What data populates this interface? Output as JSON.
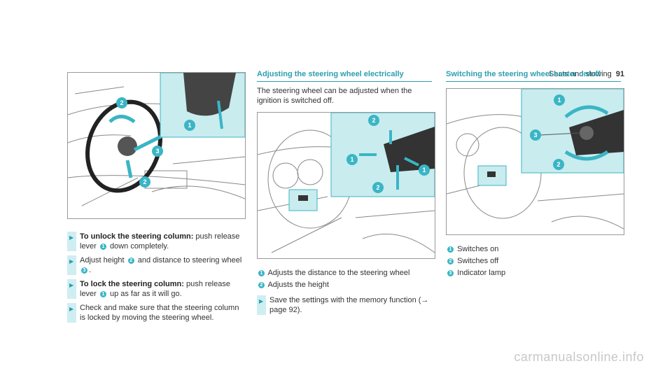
{
  "header": {
    "section": "Seats and stowing",
    "page": "91"
  },
  "col1": {
    "steps": [
      {
        "bold": "To unlock the steering column:",
        "text": " push release lever ",
        "n": "1",
        "text2": " down completely."
      },
      {
        "bold": "",
        "text": "Adjust height ",
        "n": "2",
        "text2": " and distance to steering wheel ",
        "n2": "3",
        "text3": "."
      },
      {
        "bold": "To lock the steering column:",
        "text": " push release lever ",
        "n": "1",
        "text2": " up as far as it will go."
      },
      {
        "bold": "",
        "text": "Check and make sure that the steering column is locked by moving the steering wheel.",
        "n": "",
        "text2": ""
      }
    ]
  },
  "col2": {
    "title": "Adjusting the steering wheel electrically",
    "intro": "The steering wheel can be adjusted when the ignition is switched off.",
    "legend": [
      {
        "n": "1",
        "text": "Adjusts the distance to the steering wheel"
      },
      {
        "n": "2",
        "text": "Adjusts the height"
      }
    ],
    "step": {
      "text": "Save the settings with the memory function (→ page 92)."
    }
  },
  "col3": {
    "title": "Switching the steering wheel heater on/off",
    "legend": [
      {
        "n": "1",
        "text": "Switches on"
      },
      {
        "n": "2",
        "text": "Switches off"
      },
      {
        "n": "3",
        "text": "Indicator lamp"
      }
    ]
  },
  "watermark": "carmanualsonline.info",
  "colors": {
    "accent": "#2a9fb0",
    "callout": "#3ab5c5",
    "inset": "#c9ecef"
  }
}
